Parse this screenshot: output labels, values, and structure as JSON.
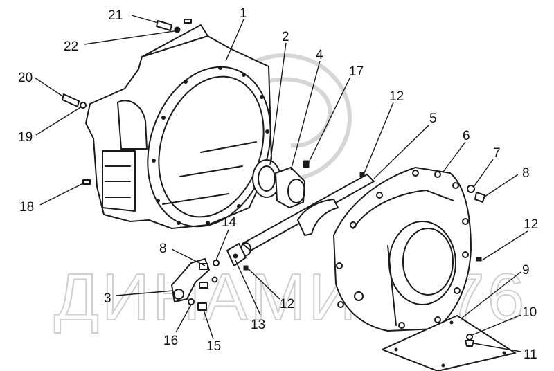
{
  "watermark": {
    "text": "ДИНАМИКА76"
  },
  "callouts": [
    {
      "id": "1",
      "label": "1"
    },
    {
      "id": "2",
      "label": "2"
    },
    {
      "id": "3",
      "label": "3"
    },
    {
      "id": "4",
      "label": "4"
    },
    {
      "id": "5",
      "label": "5"
    },
    {
      "id": "6",
      "label": "6"
    },
    {
      "id": "7",
      "label": "7"
    },
    {
      "id": "8a",
      "label": "8"
    },
    {
      "id": "8b",
      "label": "8"
    },
    {
      "id": "9",
      "label": "9"
    },
    {
      "id": "10",
      "label": "10"
    },
    {
      "id": "11",
      "label": "11"
    },
    {
      "id": "12a",
      "label": "12"
    },
    {
      "id": "12b",
      "label": "12"
    },
    {
      "id": "12c",
      "label": "12"
    },
    {
      "id": "13",
      "label": "13"
    },
    {
      "id": "14",
      "label": "14"
    },
    {
      "id": "15",
      "label": "15"
    },
    {
      "id": "16",
      "label": "16"
    },
    {
      "id": "17",
      "label": "17"
    },
    {
      "id": "18",
      "label": "18"
    },
    {
      "id": "19",
      "label": "19"
    },
    {
      "id": "20",
      "label": "20"
    },
    {
      "id": "21",
      "label": "21"
    },
    {
      "id": "22",
      "label": "22"
    }
  ]
}
